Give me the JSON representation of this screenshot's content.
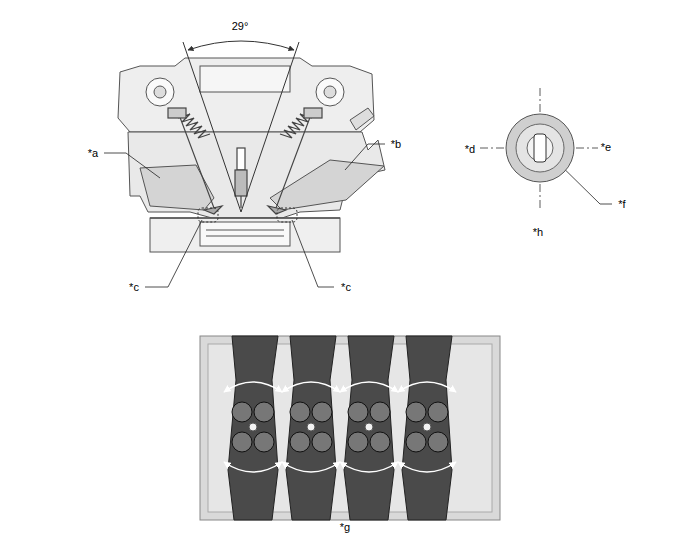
{
  "diagram": {
    "labels": [
      "29°",
      "*a",
      "*b",
      "*c",
      "*c",
      "*d",
      "*e",
      "*f",
      "*h",
      "*g"
    ]
  }
}
